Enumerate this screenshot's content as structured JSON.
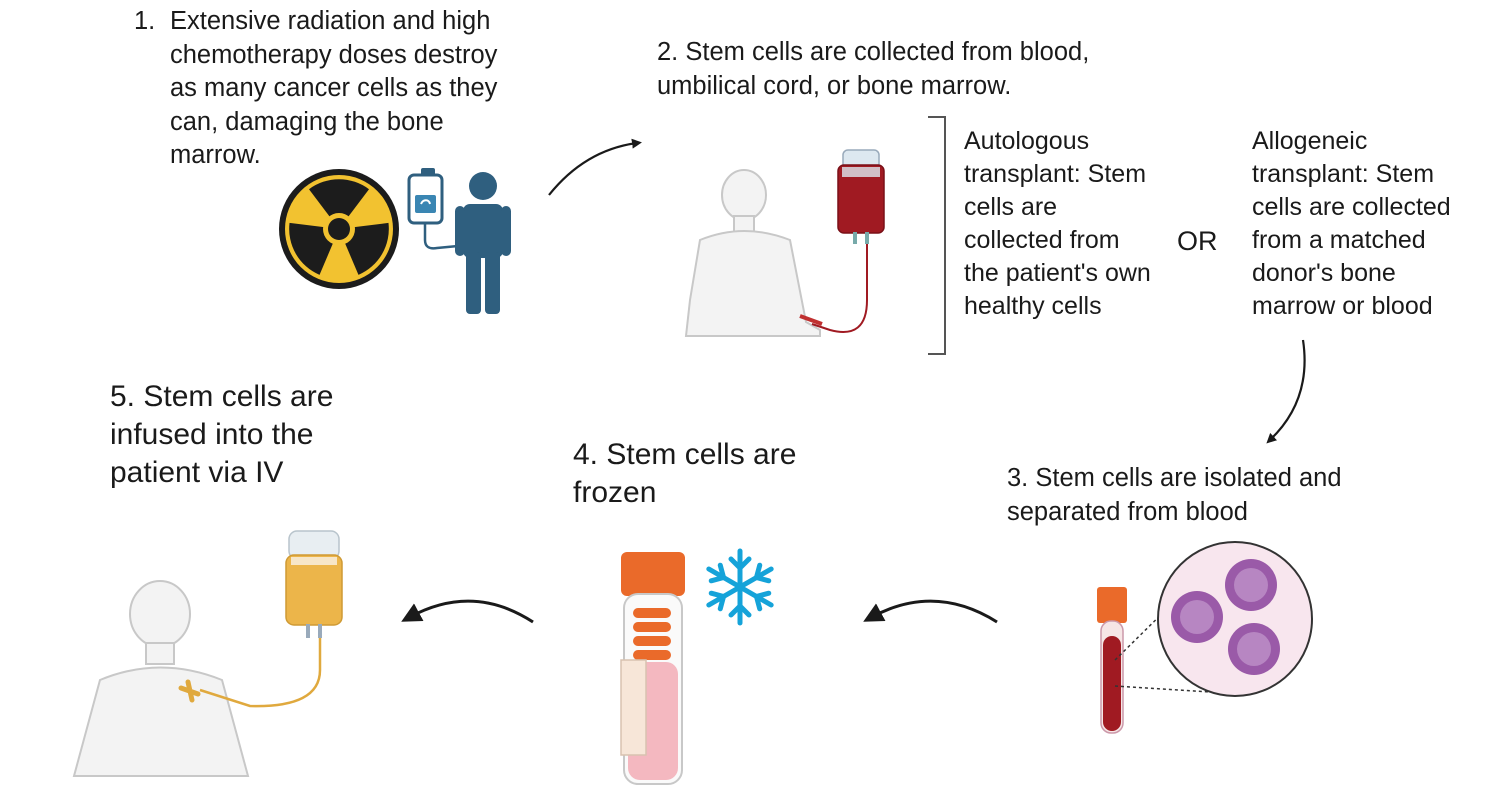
{
  "steps": {
    "step1": {
      "number": "1.",
      "text": "Extensive radiation and high\nchemotherapy doses destroy\nas many cancer cells as they\ncan, damaging the bone\nmarrow."
    },
    "step2": {
      "text": "2. Stem cells are collected from blood,\numbilical cord, or bone marrow."
    },
    "step3": {
      "text": "3. Stem cells are isolated and\nseparated from blood"
    },
    "step4": {
      "text": "4. Stem cells are\nfrozen"
    },
    "step5": {
      "text": "5. Stem cells are\ninfused into the\npatient via IV"
    }
  },
  "options": {
    "autologous": "Autologous\ntransplant: Stem\ncells are\ncollected from\nthe patient's own\nhealthy cells",
    "or_label": "OR",
    "allogeneic": "Allogeneic\ntransplant: Stem\ncells are collected\nfrom a matched\ndonor's bone\nmarrow or blood"
  },
  "icons": [
    "radiation-icon",
    "iv-bag-icon",
    "person-icon",
    "patient-torso-icon",
    "blood-bag-icon",
    "bracket-icon",
    "blood-tube-icon",
    "cells-magnified-icon",
    "snowflake-icon",
    "cryovial-icon",
    "iv-infusion-bag-icon",
    "arrow-icon"
  ],
  "colors": {
    "text": "#1a1a1a",
    "radiation_yellow": "#f2c230",
    "person_blue": "#2f5f7f",
    "blood_red": "#a01a22",
    "cap_orange": "#ea6a2a",
    "snowflake_blue": "#15a3d9",
    "cell_purple": "#9a5aa8",
    "infusion_yellow": "#ecb54a"
  }
}
